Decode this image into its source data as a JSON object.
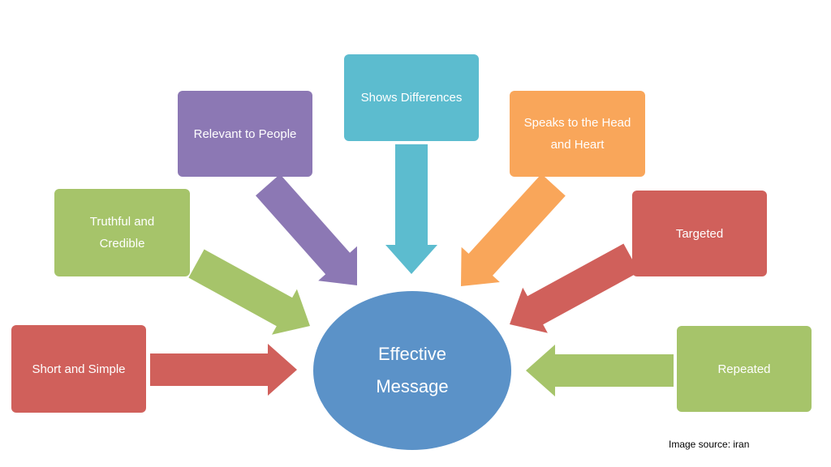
{
  "center": {
    "label": "Effective Message",
    "color": "#5b92c8"
  },
  "boxes": [
    {
      "id": "short-and-simple",
      "label": "Short and Simple",
      "color": "#d0605b"
    },
    {
      "id": "truthful-and-credible",
      "label": "Truthful and Credible",
      "color": "#a6c46a"
    },
    {
      "id": "relevant-to-people",
      "label": "Relevant to People",
      "color": "#8c78b4"
    },
    {
      "id": "shows-differences",
      "label": "Shows Differences",
      "color": "#5cbccf"
    },
    {
      "id": "speaks-to-head-and-heart",
      "label": "Speaks to the Head and Heart",
      "color": "#f9a65a"
    },
    {
      "id": "targeted",
      "label": "Targeted",
      "color": "#d0605b"
    },
    {
      "id": "repeated",
      "label": "Repeated",
      "color": "#a6c46a"
    }
  ],
  "source_text": "Image source: iran"
}
